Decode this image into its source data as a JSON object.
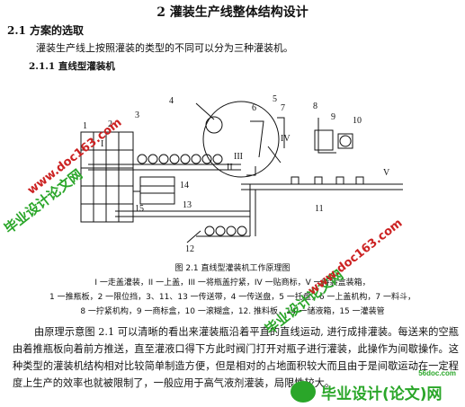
{
  "title": "2  灌装生产线整体结构设计",
  "section": "2.1  方案的选取",
  "intro": "灌装生产线上按照灌装的类型的不同可以分为三种灌装机。",
  "subsection": "2.1.1  直线型灌装机",
  "figure": {
    "caption": "图 2.1  直线型灌装机工作原理图",
    "callouts": [
      "1",
      "2",
      "3",
      "4",
      "5",
      "6",
      "7",
      "8",
      "9",
      "10",
      "11",
      "12",
      "13",
      "14",
      "15"
    ],
    "roman_labels": [
      "I",
      "II",
      "III",
      "IV",
      "V"
    ],
    "legend_lines": [
      "I 一走盖灌装，II 一上盖，III 一将瓶盖拧紧，IV 一贴商标，V 一待装盒装箱，",
      "1 一推瓶板，2 一限位挡，3、11、13 一传送带，4 一传送盘，5 一托盘，6 一上盖机构，7 一料斗，",
      "8 一拧紧机构，9 一商标盒，10 一滚糊盒，12. 推料板，14 一储液箱，15 一灌装管"
    ]
  },
  "body_text": "由原理示意图 2.1 可以清晰的看出来灌装瓶沿着平直的直线运动, 进行成排灌装。每送来的空瓶由着推瓶板向着前方推送，直至灌液口得下方此时阀门打开对瓶子进行灌装，此操作为间歇操作。这种类型的灌装机结构相对比较简单制造方便，但是相对的占地面积较大而且由于是间歇运动在一定程度上生产的效率也就被限制了，一般应用于高气液剂灌装，局限性较大。",
  "watermarks": {
    "main": "毕业设计论文网",
    "url": "www.doc163.com",
    "footer_site": "56doc.com",
    "footer_title": "毕业设计(论文)网"
  },
  "colors": {
    "watermark_green": "#2aa629",
    "watermark_red": "#c22222",
    "ink": "#111111"
  }
}
